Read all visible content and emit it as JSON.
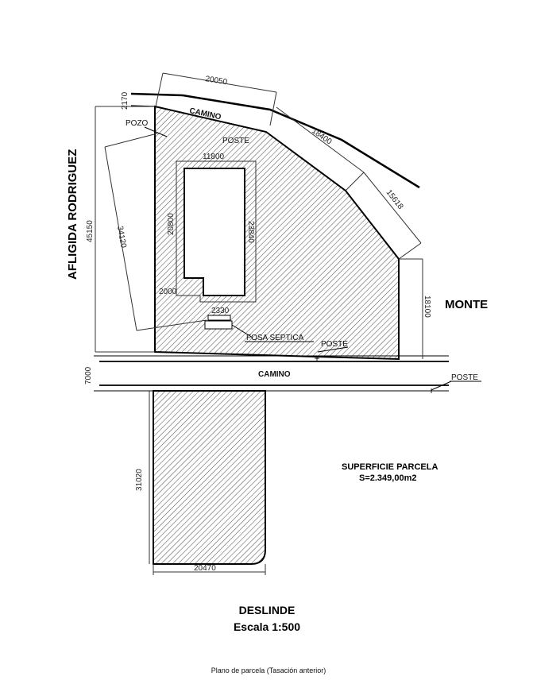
{
  "plan": {
    "labels": {
      "road_top": "CAMINO",
      "road_middle": "CAMINO",
      "pozo": "POZO",
      "poste_top": "POSTE",
      "poste_middle": "POSTE",
      "poste_right": "POSTE",
      "fosa": "FOSA SEPTICA",
      "neighbor_west": "AFLIGIDA RODRIGUEZ",
      "neighbor_east": "MONTE"
    },
    "dimensions": {
      "d20050": "20050",
      "d2170": "2170",
      "d18400": "18400",
      "d15618": "15618",
      "d45150": "45150",
      "d34120": "34120",
      "d11800": "11800",
      "d20800": "20800",
      "d23840": "23840",
      "d2000": "2000",
      "d2330": "2330",
      "d18100": "18100",
      "d7000": "7000",
      "d31020": "31020",
      "d20470": "20470"
    },
    "surface": {
      "title": "SUPERFICIE PARCELA",
      "value": "S=2.349,00m2"
    },
    "title": {
      "name": "DESLINDE",
      "scale": "Escala 1:500"
    }
  },
  "caption": "Plano de parcela (Tasación anterior)"
}
